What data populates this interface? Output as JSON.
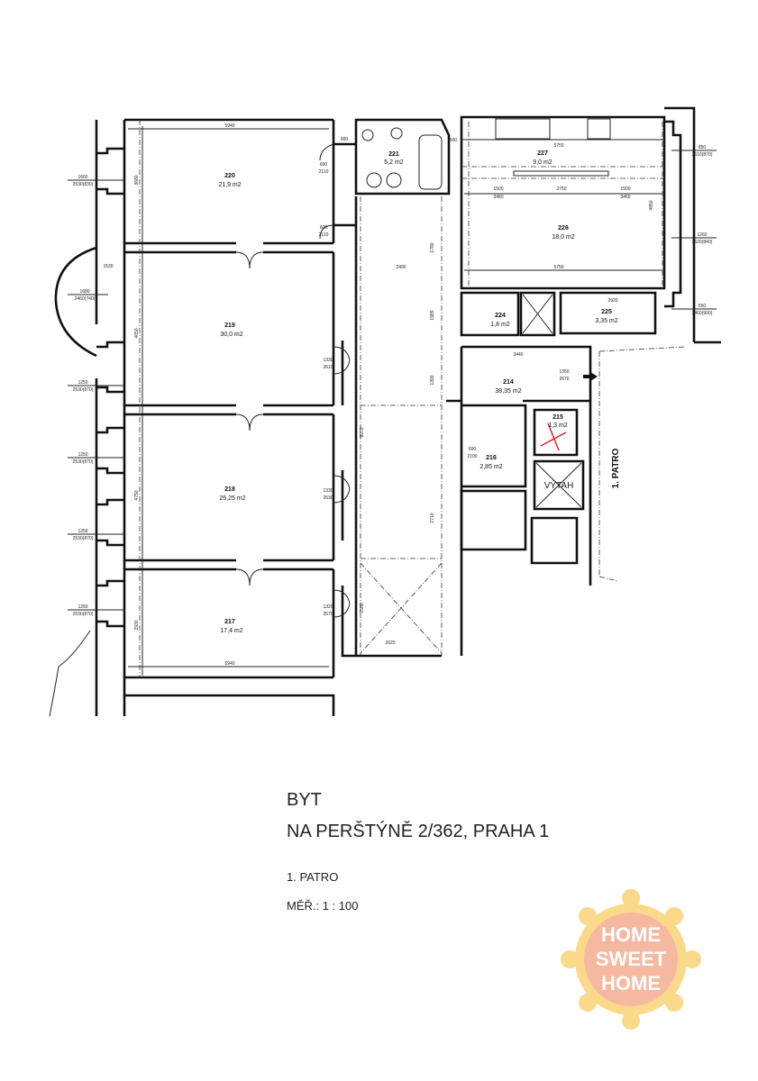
{
  "title": {
    "type": "BYT",
    "address": "NA PERŠTÝNĚ 2/362, PRAHA 1",
    "floor": "1. PATRO",
    "scale": "MĚŘ.:  1 : 100"
  },
  "plan": {
    "floor_label": "1. PATRO",
    "elevator_label": "VÝTAH",
    "rooms": [
      {
        "number": "220",
        "area": "21,9 m2"
      },
      {
        "number": "219",
        "area": "30,0 m2"
      },
      {
        "number": "218",
        "area": "25,25 m2"
      },
      {
        "number": "217",
        "area": "17,4 m2"
      },
      {
        "number": "221",
        "area": "5,2 m2"
      },
      {
        "number": "227",
        "area": "9,0 m2"
      },
      {
        "number": "226",
        "area": "18,0 m2"
      },
      {
        "number": "224",
        "area": "1,8 m2"
      },
      {
        "number": "225",
        "area": "3,35 m2"
      },
      {
        "number": "214",
        "area": "38,35 m2"
      },
      {
        "number": "215",
        "area": "1,3 m2"
      },
      {
        "number": "216",
        "area": "2,85 m2"
      }
    ],
    "dimensions": [
      "5940",
      "3680",
      "4650",
      "4750",
      "2930",
      "5940",
      "2490",
      "5750",
      "5750",
      "2750",
      "1500",
      "1500",
      "3460",
      "3460",
      "4850",
      "2920",
      "3440",
      "9970",
      "2710",
      "2020",
      "2500",
      "1985",
      "1390",
      "1780",
      "660",
      "500",
      "1530"
    ],
    "window_labels": [
      {
        "top": "1660",
        "bottom": "2530(830)"
      },
      {
        "top": "1680",
        "bottom": "2460(740)"
      },
      {
        "top": "1250",
        "bottom": "2530(870)"
      },
      {
        "top": "1250",
        "bottom": "2530(870)"
      },
      {
        "top": "1250",
        "bottom": "2530(870)"
      },
      {
        "top": "1250",
        "bottom": "2530(870)"
      },
      {
        "top": "850",
        "bottom": "2610(870)"
      },
      {
        "top": "1260",
        "bottom": "2620(840)"
      },
      {
        "top": "550",
        "bottom": "2460(900)"
      }
    ],
    "door_labels": [
      {
        "top": "1330",
        "bottom": "2610"
      },
      {
        "top": "1330",
        "bottom": "2630"
      },
      {
        "top": "1320",
        "bottom": "2570"
      },
      {
        "top": "1350",
        "bottom": "2670"
      },
      {
        "top": "600",
        "bottom": "2110"
      },
      {
        "top": "600",
        "bottom": "2110"
      },
      {
        "top": "600",
        "bottom": "2100"
      }
    ]
  },
  "logo": {
    "text": [
      "HOME",
      "SWEET",
      "HOME"
    ],
    "colors": {
      "circle": "#f4b9a0",
      "petals": "#fbd98a",
      "text": "#ffffff"
    }
  }
}
